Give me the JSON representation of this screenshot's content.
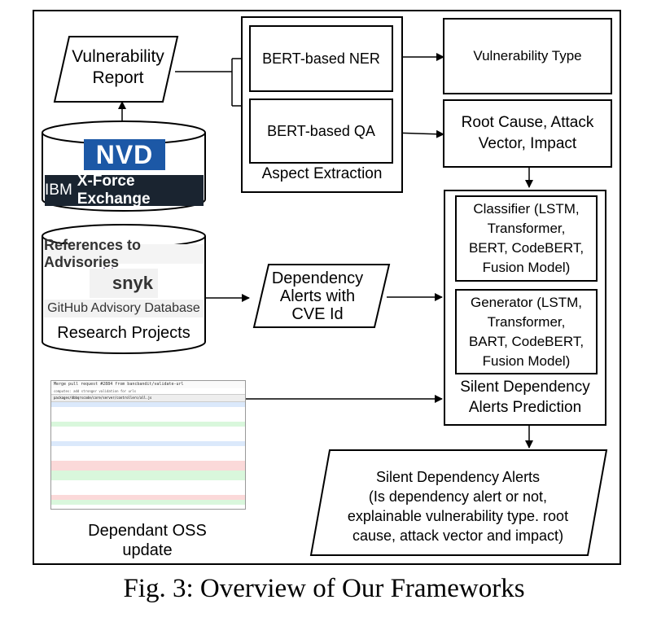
{
  "vuln_report": {
    "line1": "Vulnerability",
    "line2": "Report"
  },
  "databases_top": {
    "nvd": "NVD",
    "ibm_prefix": "IBM",
    "ibm_name": "X-Force Exchange"
  },
  "databases_bottom": {
    "references": "References to Advisories",
    "snyk": "snyk",
    "github": "GitHub Advisory Database",
    "label": "Research Projects"
  },
  "aspect": {
    "ner": "BERT-based NER",
    "qa": "BERT-based QA",
    "label": "Aspect Extraction"
  },
  "outputs": {
    "vuln_type": "Vulnerability Type",
    "root_cause_l1": "Root Cause, Attack",
    "root_cause_l2": "Vector, Impact"
  },
  "dependency_alerts": {
    "l1": "Dependency",
    "l2": "Alerts with",
    "l3": "CVE Id"
  },
  "classifier": {
    "l1": "Classifier (LSTM,",
    "l2": "Transformer,",
    "l3": "BERT, CodeBERT,",
    "l4": "Fusion Model)"
  },
  "generator": {
    "l1": "Generator (LSTM,",
    "l2": "Transformer,",
    "l3": "BART, CodeBERT,",
    "l4": "Fusion Model)"
  },
  "prediction": {
    "l1": "Silent Dependency",
    "l2": "Alerts Prediction"
  },
  "result": {
    "l1": "Silent Dependency Alerts",
    "l2": "(Is dependency alert or not,",
    "l3": "explainable vulnerability type. root",
    "l4": "cause, attack vector and impact)"
  },
  "oss": {
    "l1": "Dependant OSS",
    "l2": "update",
    "screenshot_title": "Merge pull request #2884 from bancbandit/validate-url",
    "screenshot_subtitle": "computes: add stronger validation for urls",
    "screenshot_file": "packages/dbbqrscode/core/server/controllers/all.js"
  },
  "caption": "Fig. 3: Overview of Our Frameworks"
}
